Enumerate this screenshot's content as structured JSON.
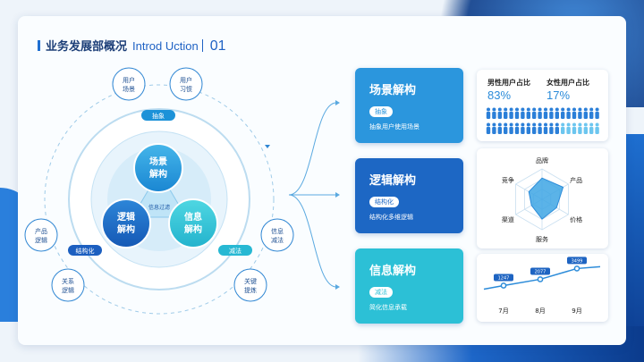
{
  "title": {
    "cn": "业务发展部概况",
    "en": "Introd Uction",
    "num": "01"
  },
  "diagram": {
    "center": "信息过滤",
    "main_circles": [
      {
        "line1": "场景",
        "line2": "解构"
      },
      {
        "line1": "逻辑",
        "line2": "解构"
      },
      {
        "line1": "信息",
        "line2": "解构"
      }
    ],
    "pills": {
      "top": "抽象",
      "left": "结构化",
      "right": "减法"
    },
    "small_circles": [
      {
        "line1": "用户",
        "line2": "场景"
      },
      {
        "line1": "用户",
        "line2": "习惯"
      },
      {
        "line1": "产品",
        "line2": "逻辑"
      },
      {
        "line1": "关系",
        "line2": "逻辑"
      },
      {
        "line1": "信息",
        "line2": "减法"
      },
      {
        "line1": "关键",
        "line2": "提炼"
      }
    ]
  },
  "blocks": [
    {
      "title": "场景解构",
      "tag": "抽象",
      "desc": "抽象用户使用场景",
      "color": "#2b96dd"
    },
    {
      "title": "逻辑解构",
      "tag": "结构化",
      "desc": "结构化多维逻辑",
      "color": "#1d67c4"
    },
    {
      "title": "信息解构",
      "tag": "减法",
      "desc": "简化信息承载",
      "color": "#2cc0d6"
    }
  ],
  "gender": {
    "male_label": "男性用户占比",
    "female_label": "女性用户占比",
    "male_pct": "83%",
    "female_pct": "17%",
    "male_ratio": 0.83,
    "colors": {
      "male": "#2b7fd8",
      "female": "#6cc6ef"
    }
  },
  "radar": {
    "labels": [
      "品牌",
      "产品",
      "价格",
      "服务",
      "渠道",
      "竞争"
    ],
    "values": [
      0.7,
      0.8,
      0.55,
      0.65,
      0.4,
      0.5
    ]
  },
  "trend": {
    "months": [
      "7月",
      "8月",
      "9月"
    ],
    "values": [
      1247,
      2077,
      3499
    ],
    "labels": [
      "1247",
      "2077",
      "3499"
    ]
  }
}
